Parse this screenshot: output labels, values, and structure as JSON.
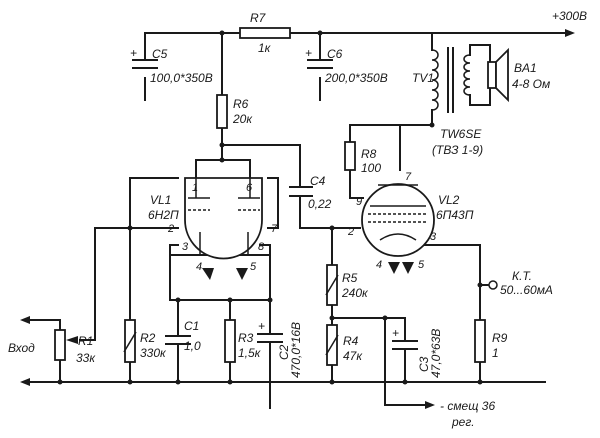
{
  "supply": "+300В",
  "r7": {
    "ref": "R7",
    "val": "1к"
  },
  "c5": {
    "ref": "C5",
    "val": "100,0*350В",
    "pol": "+"
  },
  "c6": {
    "ref": "C6",
    "val": "200,0*350В",
    "pol": "+"
  },
  "tv1": {
    "ref": "TV1",
    "type": "TW6SE",
    "alt": "(ТВЗ 1-9)"
  },
  "ba1": {
    "ref": "BA1",
    "val": "4-8 Ом"
  },
  "r6": {
    "ref": "R6",
    "val": "20к"
  },
  "r8": {
    "ref": "R8",
    "val": "100"
  },
  "c4": {
    "ref": "C4",
    "val": "0,22"
  },
  "vl1": {
    "ref": "VL1",
    "type": "6Н2П",
    "pins": [
      "1",
      "6",
      "2",
      "7",
      "3",
      "8",
      "4",
      "5"
    ]
  },
  "vl2": {
    "ref": "VL2",
    "type": "6П43П",
    "pins": [
      "7",
      "9",
      "2",
      "3",
      "4",
      "5"
    ]
  },
  "r5": {
    "ref": "R5",
    "val": "240к"
  },
  "kt": {
    "ref": "К.Т.",
    "val": "50...60мА"
  },
  "r1": {
    "ref": "R1",
    "val": "33к"
  },
  "input": "Вход",
  "r2": {
    "ref": "R2",
    "val": "330к"
  },
  "c1": {
    "ref": "C1",
    "val": "1,0"
  },
  "r3": {
    "ref": "R3",
    "val": "1,5к"
  },
  "c2": {
    "ref": "C2",
    "val": "470,0*16В",
    "pol": "+"
  },
  "r4": {
    "ref": "R4",
    "val": "47к"
  },
  "c3": {
    "ref": "C3",
    "val": "47,0*63В",
    "pol": "+"
  },
  "r9": {
    "ref": "R9",
    "val": "1"
  },
  "bias": {
    "line1": "- смещ 36",
    "line2": "рег."
  }
}
